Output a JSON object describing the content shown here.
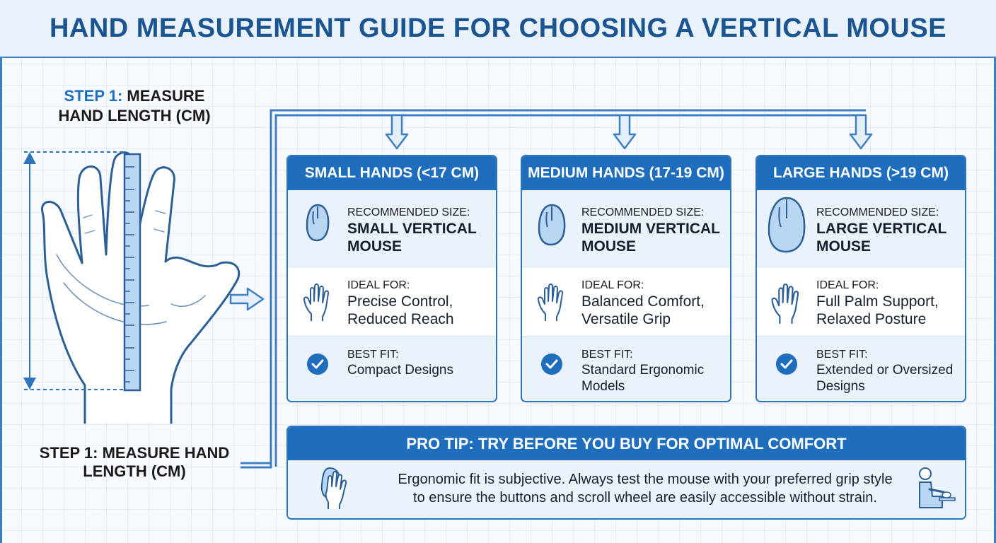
{
  "title": "HAND MEASUREMENT GUIDE FOR CHOOSING A VERTICAL MOUSE",
  "step_top": {
    "accent": "STEP 1:",
    "line1_rest": "MEASURE",
    "line2": "HAND LENGTH (CM)"
  },
  "step_bottom": {
    "line1": "STEP 1: MEASURE HAND",
    "line2": "LENGTH (CM)"
  },
  "cards": [
    {
      "header": "SMALL HANDS (<17 CM)",
      "rec_label": "RECOMMENDED SIZE:",
      "rec_line1": "SMALL VERTICAL",
      "rec_line2": "MOUSE",
      "ideal_label": "IDEAL FOR:",
      "ideal_line1": "Precise Control,",
      "ideal_line2": "Reduced Reach",
      "best_label": "BEST FIT:",
      "best_line1": "Compact Designs",
      "best_line2": ""
    },
    {
      "header": "MEDIUM HANDS (17-19 CM)",
      "rec_label": "RECOMMENDED SIZE:",
      "rec_line1": "MEDIUM VERTICAL",
      "rec_line2": "MOUSE",
      "ideal_label": "IDEAL FOR:",
      "ideal_line1": "Balanced Comfort,",
      "ideal_line2": "Versatile Grip",
      "best_label": "BEST FIT:",
      "best_line1": "Standard Ergonomic",
      "best_line2": "Models"
    },
    {
      "header": "LARGE HANDS (>19 CM)",
      "rec_label": "RECOMMENDED SIZE:",
      "rec_line1": "LARGE VERTICAL",
      "rec_line2": "MOUSE",
      "ideal_label": "IDEAL FOR:",
      "ideal_line1": "Full Palm Support,",
      "ideal_line2": "Relaxed Posture",
      "best_label": "BEST FIT:",
      "best_line1": "Extended or Oversized",
      "best_line2": "Designs"
    }
  ],
  "pro_tip": {
    "header": "PRO TIP: TRY BEFORE YOU BUY FOR OPTIMAL COMFORT",
    "line1": "Ergonomic fit is subjective. Always test the mouse with your preferred grip style",
    "line2": "to ensure the buttons and scroll wheel are easily accessible without strain."
  },
  "icons": {
    "hand_ruler": "hand-with-ruler-icon",
    "mouse": "vertical-mouse-icon",
    "hand": "open-hand-icon",
    "check": "check-circle-icon",
    "grip": "hand-on-mouse-icon",
    "person": "seated-person-at-desk-icon"
  },
  "colors": {
    "primary": "#1f6dbd",
    "title": "#1a5592",
    "panel": "#eaf3fc",
    "line": "#3d7fc1"
  }
}
